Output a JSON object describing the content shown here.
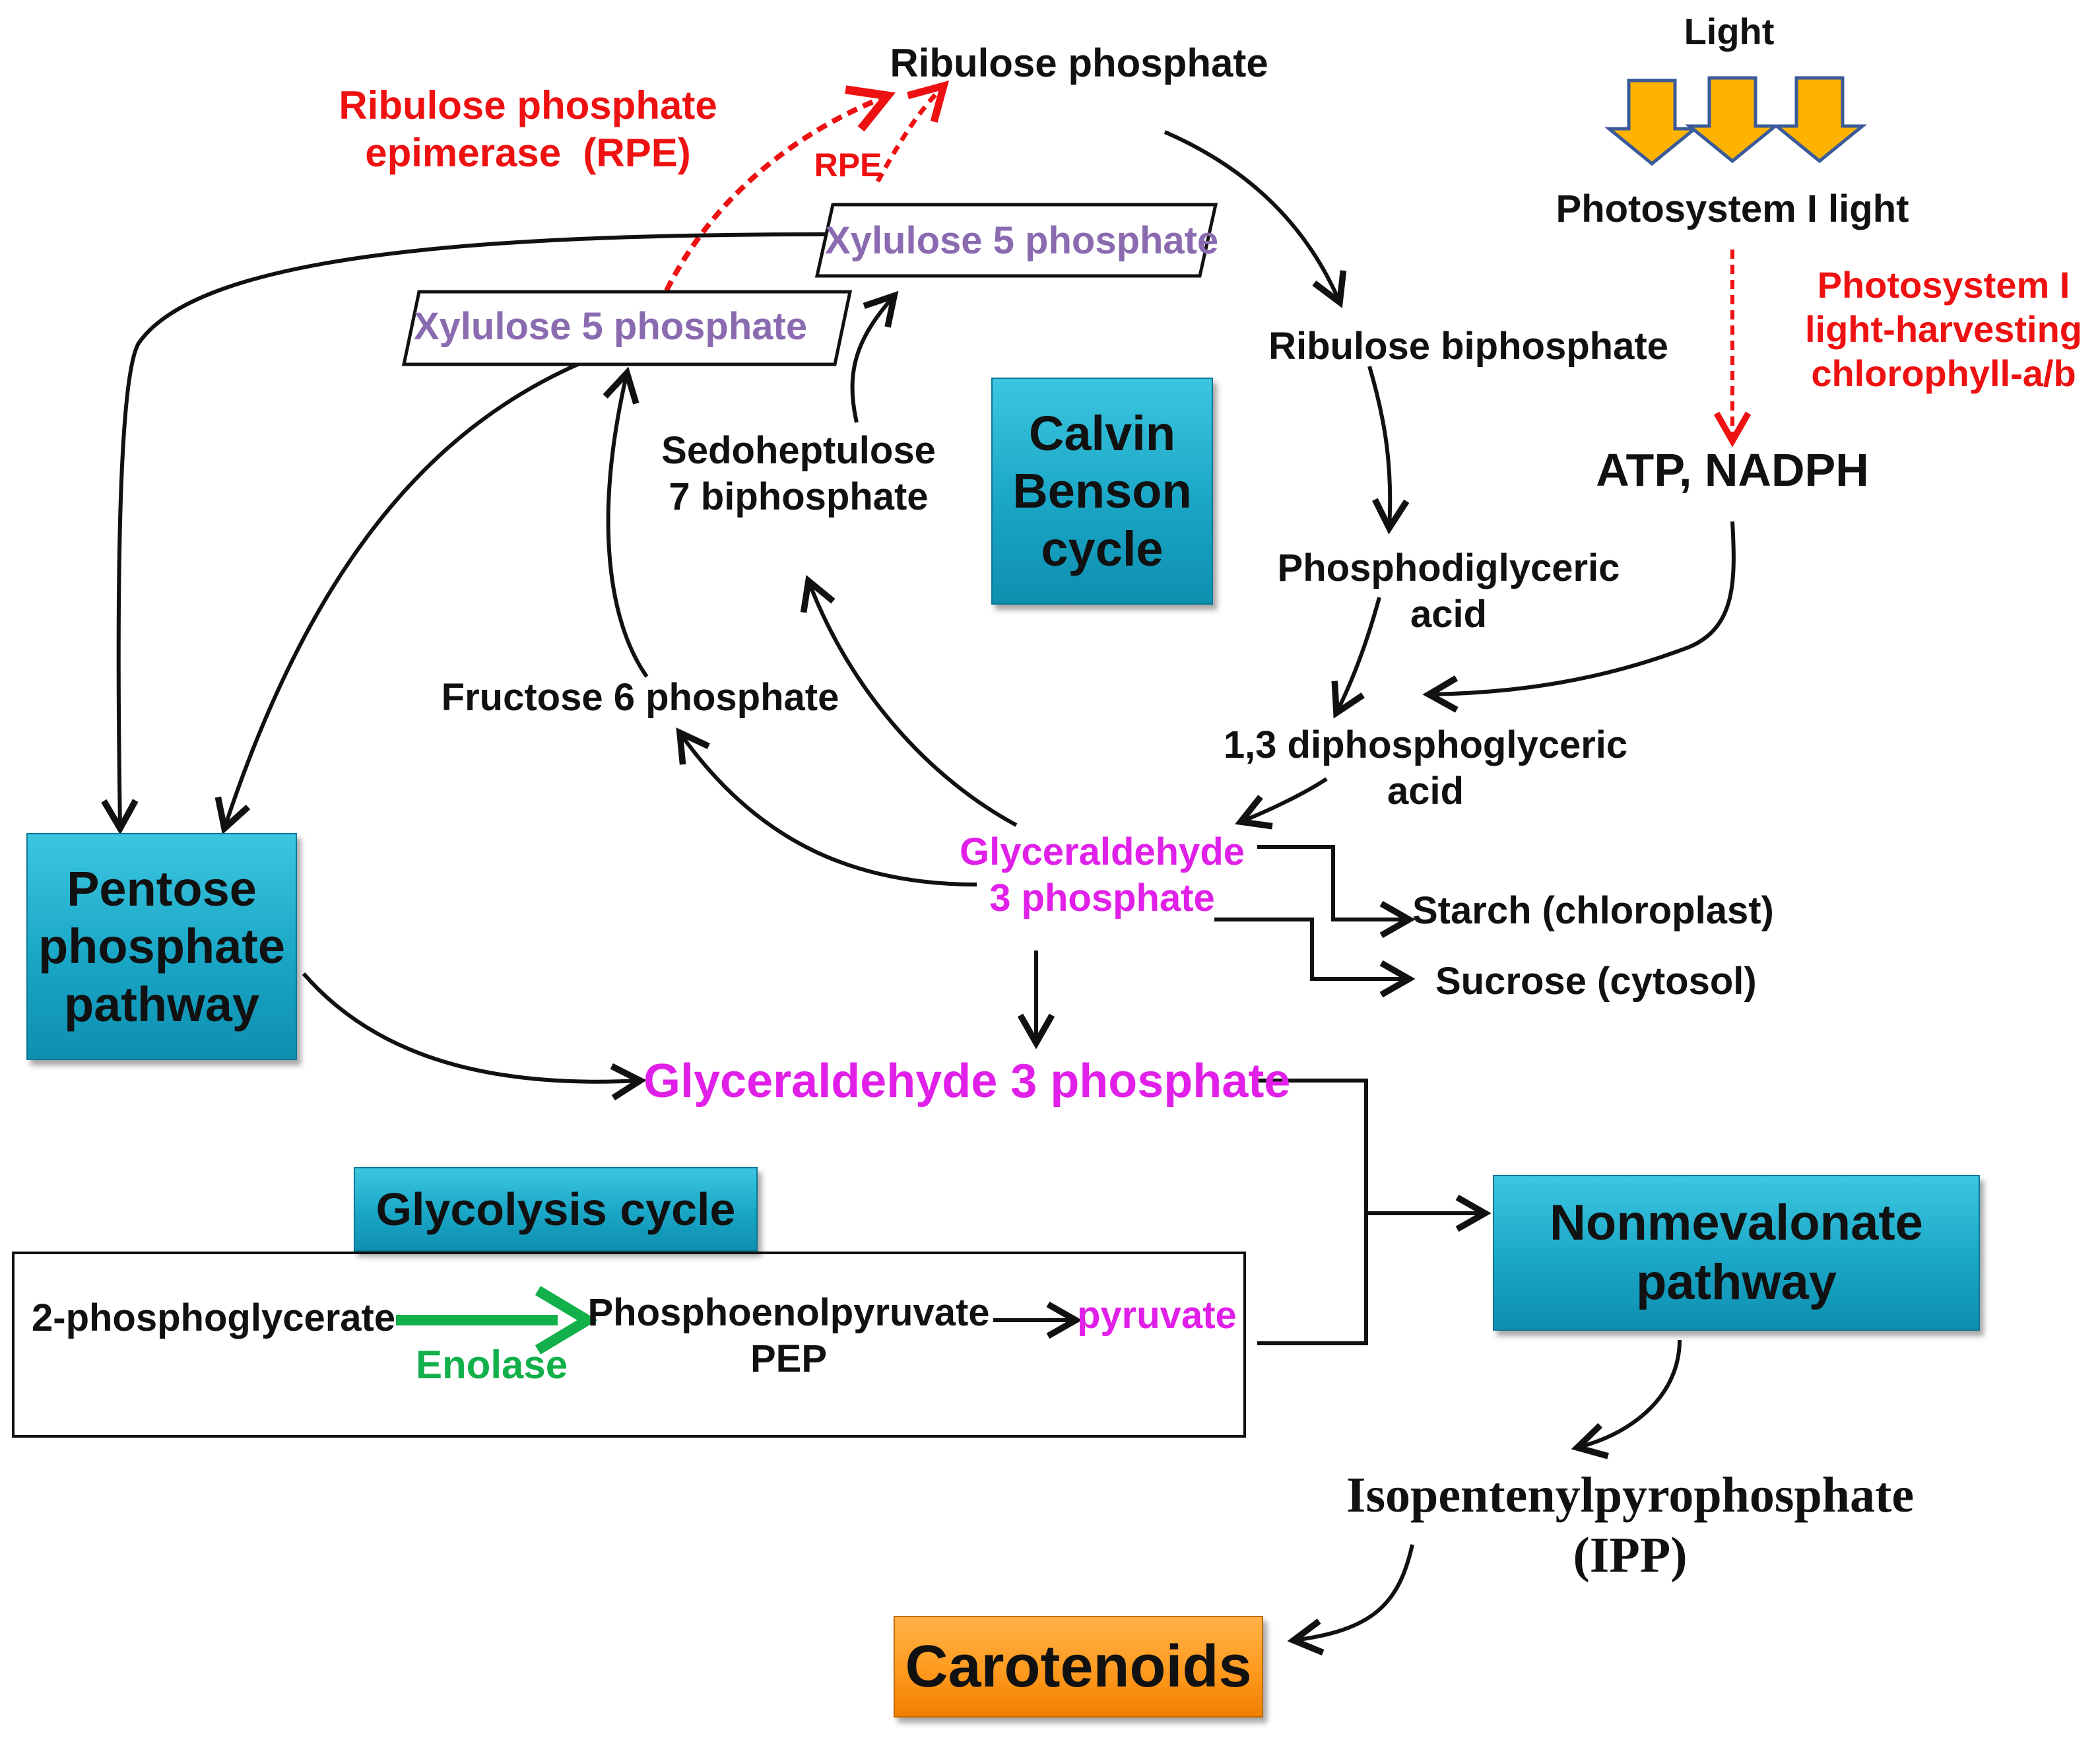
{
  "colors": {
    "arrow": "#111111",
    "red": "#ee1111",
    "purple": "#8a6bb0",
    "magenta": "#e020e8",
    "green": "#12b04a",
    "box_blue": "#1aa6c6",
    "box_orange": "#ff9a1f",
    "light_arrow": "#ffb300"
  },
  "light": {
    "title": "Light",
    "icon": "down-arrow-icon"
  },
  "photosystem": {
    "label": "Photosystem I light",
    "harvesting_lines": [
      "Photosystem I",
      "light-harvesting",
      "chlorophyll-a/b"
    ],
    "products": "ATP, NADPH"
  },
  "calvin": {
    "box_lines": [
      "Calvin",
      "Benson",
      "cycle"
    ],
    "ribulose_phosphate": "Ribulose phosphate",
    "rpe_lines": [
      "Ribulose phosphate",
      "epimerase  (RPE)"
    ],
    "rpe_short": "RPE",
    "xylulose_top": "Xylulose 5 phosphate",
    "xylulose_left": "Xylulose 5 phosphate",
    "ribulose_biphosphate": "Ribulose biphosphate",
    "sedoheptulose_lines": [
      "Sedoheptulose",
      "7 biphosphate"
    ],
    "phosphodiglyceric_lines": [
      "Phosphodiglyceric",
      "acid"
    ],
    "diphosphoglyceric_lines": [
      "1,3 diphosphoglyceric",
      "acid"
    ],
    "fructose": "Fructose 6 phosphate",
    "g3p_lines": [
      "Glyceraldehyde",
      "3 phosphate"
    ],
    "starch": "Starch (chloroplast)",
    "sucrose": "Sucrose (cytosol)"
  },
  "pentose": {
    "box_lines": [
      "Pentose",
      "phosphate",
      "pathway"
    ]
  },
  "g3p_main": "Glyceraldehyde 3 phosphate",
  "glycolysis": {
    "title": "Glycolysis cycle",
    "phosphoglycerate": "2-phosphoglycerate",
    "enolase": "Enolase",
    "pep_lines": [
      "Phosphoenolpyruvate",
      "PEP"
    ],
    "pyruvate": "pyruvate"
  },
  "nonmevalonate": {
    "box_lines": [
      "Nonmevalonate",
      "pathway"
    ]
  },
  "ipp_lines": [
    "Isopentenylpyrophosphate",
    "(IPP)"
  ],
  "carotenoids": "Carotenoids"
}
